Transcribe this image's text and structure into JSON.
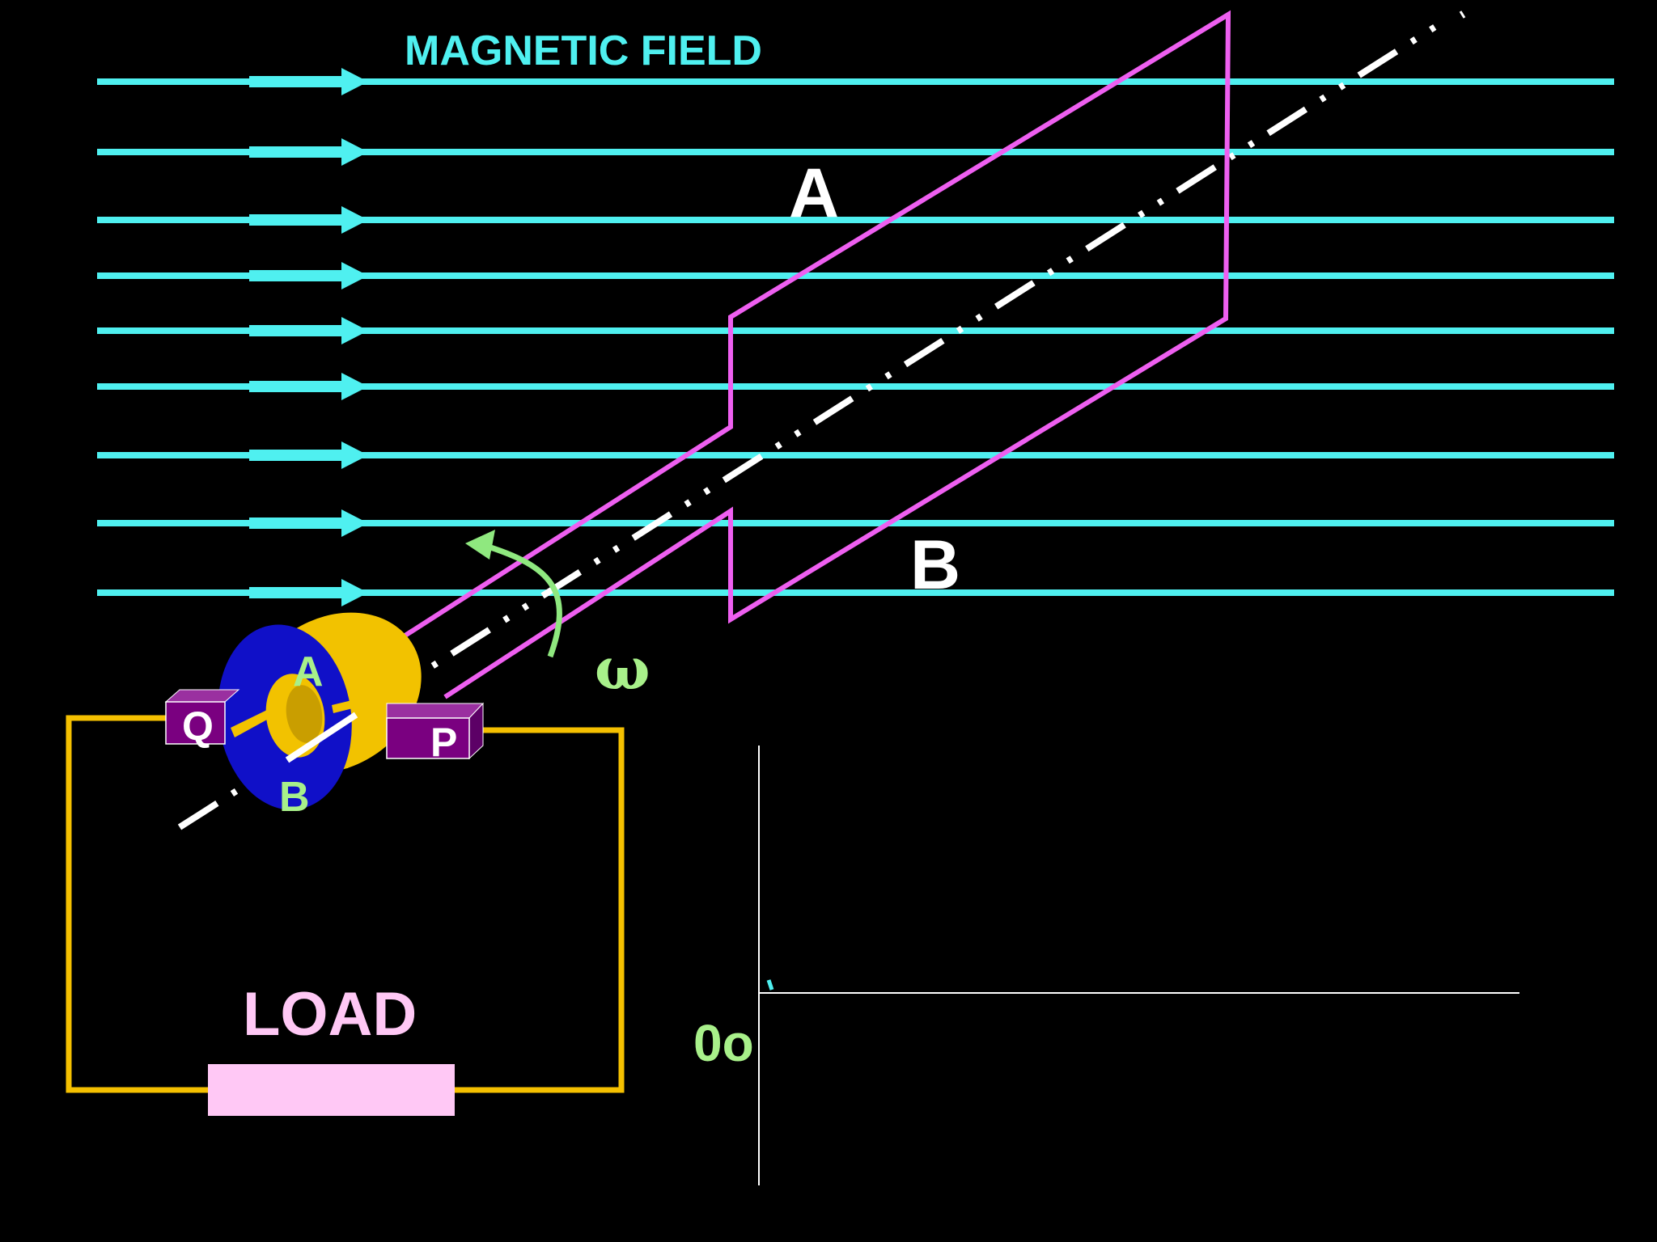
{
  "colors": {
    "background": "#000000",
    "field_lines": "#4ff0f0",
    "coil": "#ee5ff0",
    "axis": "#ffffff",
    "rotation_arrow": "#8fe87f",
    "slip_ring_outer": "#f2c200",
    "slip_ring_face": "#1010c8",
    "brush": "#7a0080",
    "circuit_wire": "#f5c000",
    "load": "#ffc8f5",
    "graph_axis": "#ffffff",
    "label_white": "#ffffff",
    "label_green": "#a8f08a",
    "label_cyan": "#4ff0f0",
    "label_pink": "#ffc8f5"
  },
  "field": {
    "title": "MAGNETIC FIELD",
    "line_count": 9,
    "direction": "left-to-right"
  },
  "coil": {
    "side_top_label": "A",
    "side_bottom_label": "B"
  },
  "rotation": {
    "symbol": "ω",
    "direction": "counter-clockwise"
  },
  "slip_ring": {
    "top_label": "A",
    "bottom_label": "B"
  },
  "brushes": {
    "left_label": "Q",
    "right_label": "P"
  },
  "circuit": {
    "load_label": "LOAD"
  },
  "graph": {
    "angle_label": "0o"
  }
}
